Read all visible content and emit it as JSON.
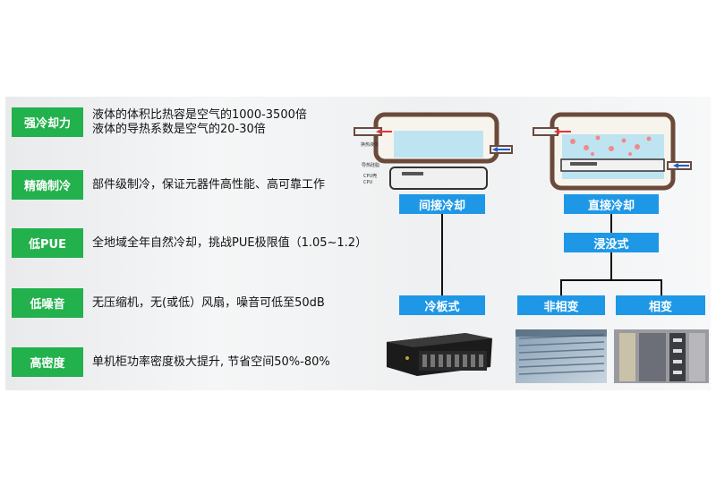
{
  "features": [
    {
      "label": "强冷却力",
      "lines": [
        "液体的体积比热容是空气的1000-3500倍",
        "液体的导热系数是空气的20-30倍"
      ]
    },
    {
      "label": "精确制冷",
      "lines": [
        "部件级制冷，保证元器件高性能、高可靠工作"
      ]
    },
    {
      "label": "低PUE",
      "lines": [
        "全地域全年自然冷却，挑战PUE极限值（1.05~1.2）"
      ]
    },
    {
      "label": "低噪音",
      "lines": [
        "无压缩机，无(或低）风扇，噪音可低至50dB"
      ]
    },
    {
      "label": "高密度",
      "lines": [
        "单机柜功率密度极大提升, 节省空间50%-80%"
      ]
    }
  ],
  "diagram": {
    "indirect": "间接冷却",
    "direct": "直接冷却",
    "cold_plate": "冷板式",
    "immersion": "浸没式",
    "non_phase": "非相变",
    "phase": "相变",
    "tiny_labels": {
      "coolant": "换热液体",
      "cold_plate": "导热硅脂",
      "cpu_shell": "CPU壳",
      "cpu": "CPU"
    }
  }
}
